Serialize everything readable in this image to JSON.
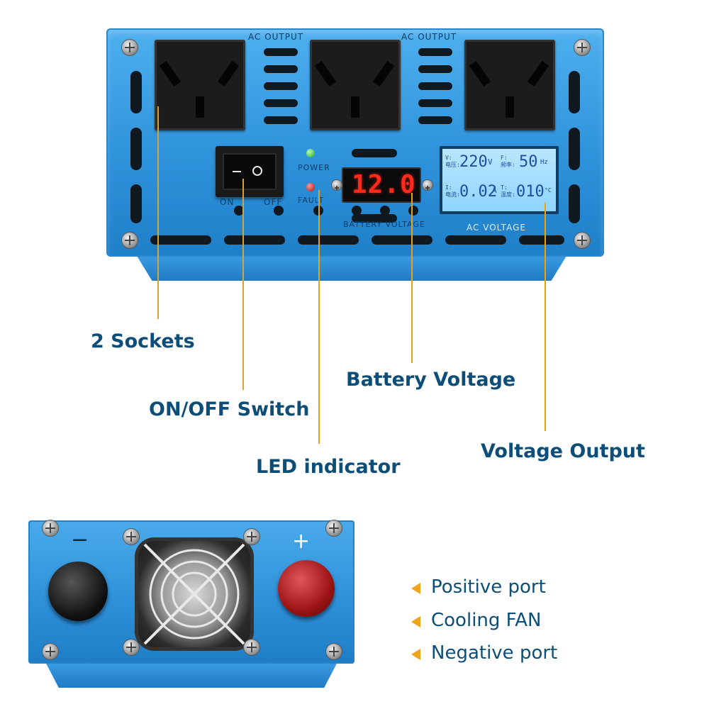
{
  "front": {
    "ac_output_label_1": "AC  OUTPUT",
    "ac_output_label_2": "AC  OUTPUT",
    "power_label": "POWER",
    "fault_label": "FAULT",
    "on_label": "ON",
    "off_label": "OFF",
    "battery_display": "12.0",
    "battery_voltage_label": "BATTERY VOLTAGE",
    "lcd": {
      "v_label": "V:",
      "v_cn": "电压:",
      "voltage": "220",
      "v_unit": "V",
      "f_label": "F:",
      "f_cn": "频率:",
      "frequency": "50",
      "f_unit": "Hz",
      "i_label": "I:",
      "i_cn": "电流:",
      "current": "0.02",
      "i_unit": "A",
      "t_label": "T:",
      "t_cn": "温度:",
      "temperature": "010",
      "t_unit": "°C"
    },
    "ac_voltage_label": "AC  VOLTAGE"
  },
  "callouts": {
    "sockets": "2 Sockets",
    "switch": "ON/OFF Switch",
    "led": "LED indicator",
    "battery": "Battery Voltage",
    "voltage_output": "Voltage Output"
  },
  "back": {
    "minus": "−",
    "plus": "+"
  },
  "legend": {
    "items": [
      "Positive port",
      "Cooling FAN",
      "Negative port"
    ]
  },
  "colors": {
    "housing": "#2f93dc",
    "callout_text": "#0d4e79",
    "leader_line": "#e3a21a",
    "marker": "#f0a31c",
    "battery_led": "#ff2a1a"
  }
}
